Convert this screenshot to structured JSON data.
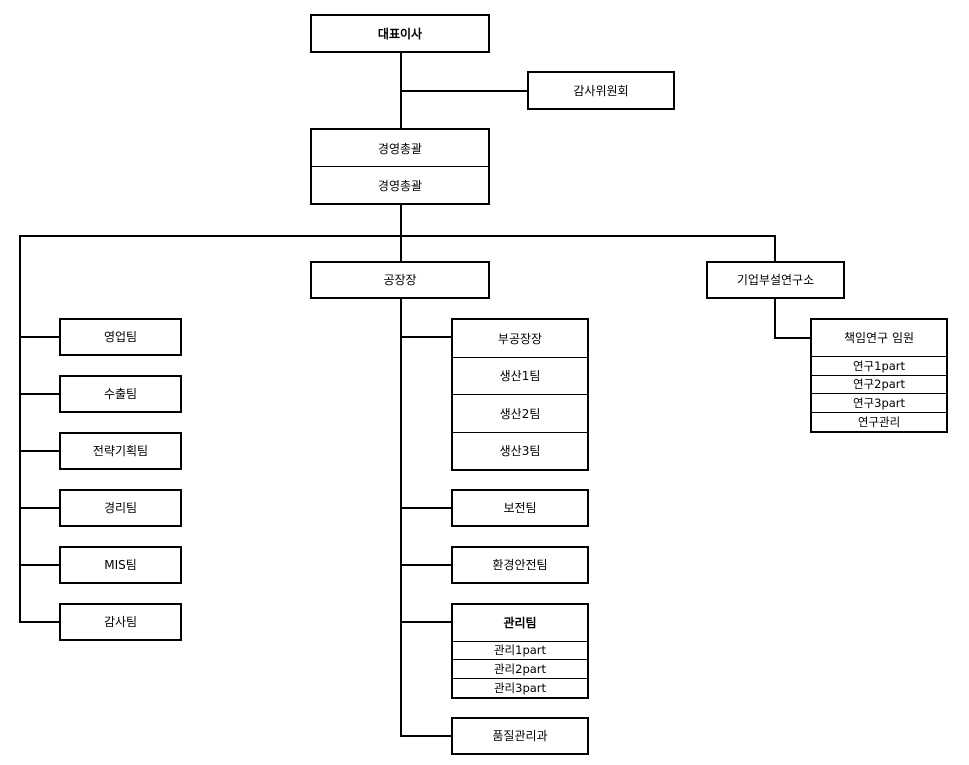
{
  "org": {
    "ceo": "대표이사",
    "audit_committee": "감사위원회",
    "management": [
      "경영총괄",
      "경영총괄"
    ],
    "factory_head": "공장장",
    "lab": "기업부설연구소",
    "left_teams": [
      "영업팀",
      "수출팀",
      "전략기획팀",
      "경리팀",
      "MIS팀",
      "감사팀"
    ],
    "production": [
      "부공장장",
      "생산1팀",
      "생산2팀",
      "생산3팀"
    ],
    "maintenance": "보전팀",
    "safety": "환경안전팀",
    "admin": {
      "head": "관리팀",
      "parts": [
        "관리1part",
        "관리2part",
        "관리3part"
      ]
    },
    "quality": "품질관리과",
    "research": {
      "head": "책임연구 임원",
      "parts": [
        "연구1part",
        "연구2part",
        "연구3part",
        "연구관리"
      ]
    }
  }
}
